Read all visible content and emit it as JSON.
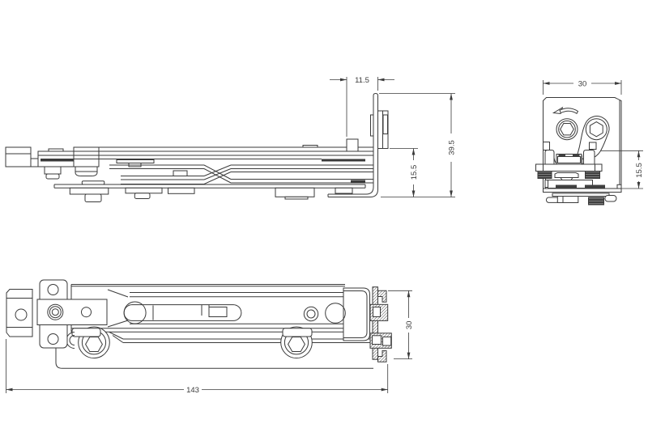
{
  "drawing": {
    "type": "technical-cad-drawing",
    "background": "#ffffff",
    "line_color": "#3a3a3a",
    "dim_color": "#3b3b3b",
    "views": {
      "side_view": "side-elevation-view",
      "end_view": "end-section-view",
      "plan_view": "plan-view"
    },
    "dimensions": {
      "side_top_width": "11.5",
      "side_overall_height": "39.5",
      "side_lower_height": "15.5",
      "end_width": "30",
      "end_lower_height": "15.5",
      "plan_length": "143",
      "plan_width": "30"
    }
  }
}
